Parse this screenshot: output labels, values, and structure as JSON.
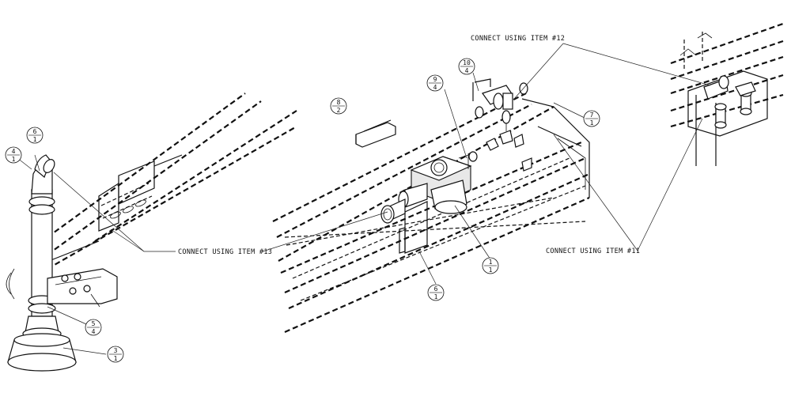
{
  "notes": {
    "item12": "CONNECT USING ITEM #12",
    "item13": "CONNECT USING ITEM #13",
    "item11": "CONNECT USING ITEM #11"
  },
  "balloons": [
    {
      "item": "6",
      "qty": "1"
    },
    {
      "item": "4",
      "qty": "1"
    },
    {
      "item": "5",
      "qty": "4"
    },
    {
      "item": "3",
      "qty": "1"
    },
    {
      "item": "8",
      "qty": "2"
    },
    {
      "item": "9",
      "qty": "4"
    },
    {
      "item": "10",
      "qty": "4"
    },
    {
      "item": "7",
      "qty": "1"
    },
    {
      "item": "1",
      "qty": "1"
    },
    {
      "item": "6",
      "qty": "1"
    }
  ]
}
